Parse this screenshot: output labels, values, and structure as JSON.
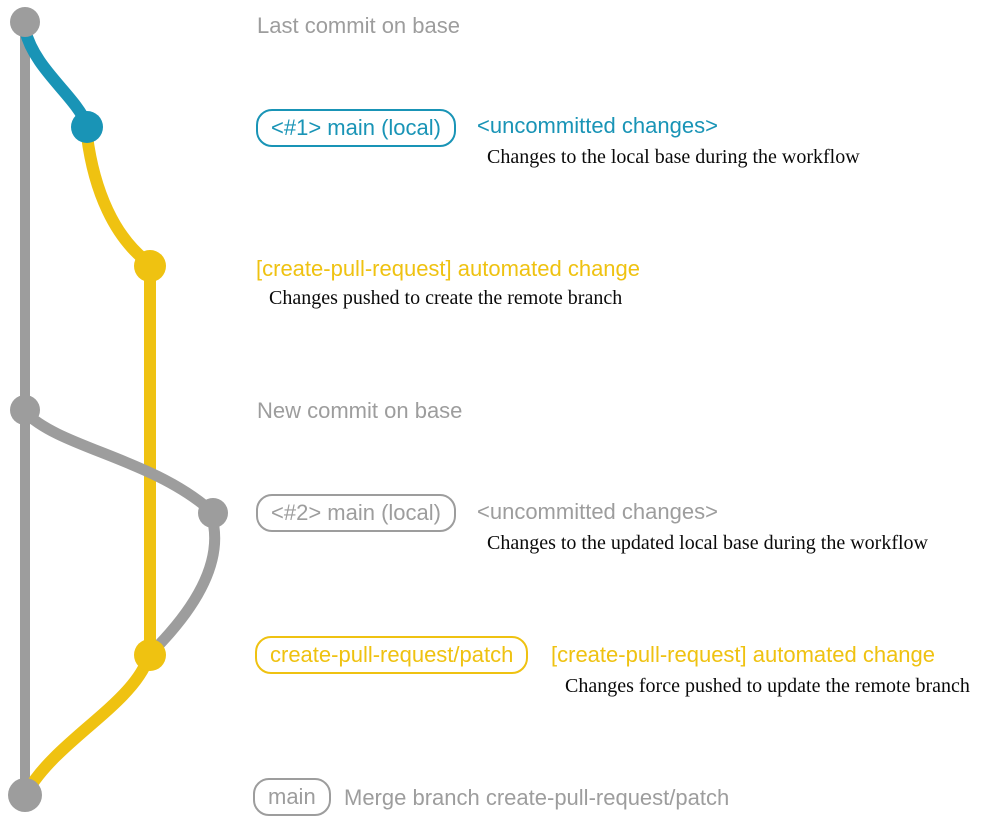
{
  "colors": {
    "gray": "#9d9d9d",
    "blue": "#1994b6",
    "yellow": "#efc211",
    "caption": "#0a0a0a",
    "background": "#ffffff"
  },
  "graph": {
    "type": "git-branch-diagram",
    "branches": [
      {
        "name": "base",
        "color_key": "gray"
      },
      {
        "name": "main (local)",
        "color_key": "blue"
      },
      {
        "name": "create-pull-request/patch",
        "color_key": "yellow"
      }
    ],
    "commits": [
      {
        "id": "last-commit-on-base",
        "color_key": "gray"
      },
      {
        "id": "local-main-uncommitted-1",
        "color_key": "blue"
      },
      {
        "id": "automated-change-1",
        "color_key": "yellow"
      },
      {
        "id": "new-commit-on-base",
        "color_key": "gray"
      },
      {
        "id": "local-main-uncommitted-2",
        "color_key": "gray"
      },
      {
        "id": "automated-change-2",
        "color_key": "yellow"
      },
      {
        "id": "merge-commit",
        "color_key": "gray"
      }
    ]
  },
  "annotations": {
    "last_commit": {
      "label": "Last commit on base"
    },
    "local_main_1": {
      "branch_label": "<#1> main (local)",
      "status": "<uncommitted changes>",
      "caption": "Changes to the local base during the workflow"
    },
    "automated_change_1": {
      "message": "[create-pull-request] automated change",
      "caption": "Changes pushed to create the remote branch"
    },
    "new_commit": {
      "label": "New commit on base"
    },
    "local_main_2": {
      "branch_label": "<#2> main (local)",
      "status": "<uncommitted changes>",
      "caption": "Changes to the updated local base during the workflow"
    },
    "automated_change_2": {
      "branch_label": "create-pull-request/patch",
      "message": "[create-pull-request] automated change",
      "caption": "Changes force pushed to update the remote branch"
    },
    "merge": {
      "branch_label": "main",
      "message": "Merge branch create-pull-request/patch"
    }
  }
}
